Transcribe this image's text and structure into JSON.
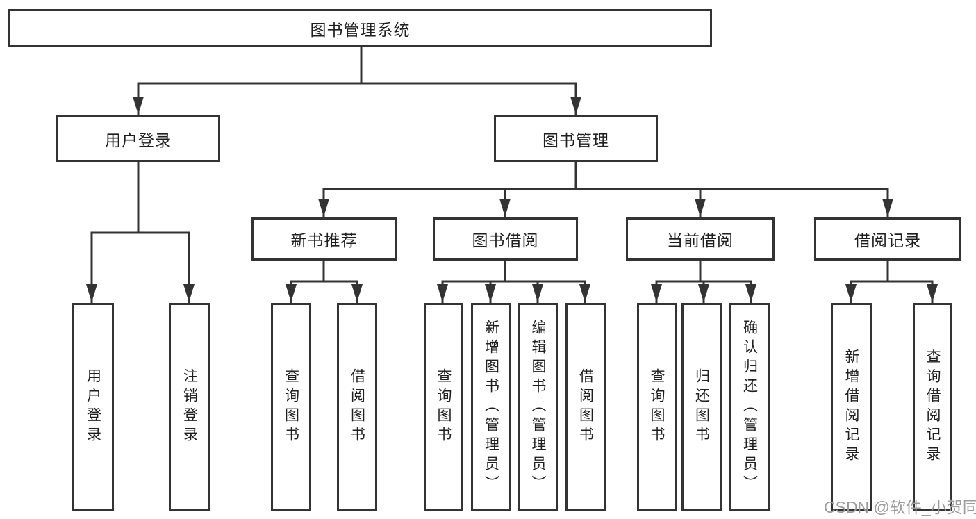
{
  "colors": {
    "line": "#333333",
    "box_border": "#333333",
    "box_bg": "#ffffff",
    "text": "#1f1f1f",
    "watermark": "#9b9b9b"
  },
  "diagram": {
    "root": {
      "label": "图书管理系统"
    },
    "level2": [
      {
        "label": "用户登录"
      },
      {
        "label": "图书管理"
      }
    ],
    "level3": [
      {
        "label": "新书推荐"
      },
      {
        "label": "图书借阅"
      },
      {
        "label": "当前借阅"
      },
      {
        "label": "借阅记录"
      }
    ],
    "leaves": {
      "user_login": [
        "用户登录",
        "注销登录"
      ],
      "new_book_recommend": [
        "查询图书",
        "借阅图书"
      ],
      "book_borrow": [
        "查询图书",
        "新增图书（管理员）",
        "编辑图书（管理员）",
        "借阅图书"
      ],
      "current_borrow": [
        "查询图书",
        "归还图书",
        "确认归还（管理员）"
      ],
      "borrow_record": [
        "新增借阅记录",
        "查询借阅记录"
      ]
    }
  },
  "watermark": {
    "text": "CSDN @软件_小贺同学"
  }
}
